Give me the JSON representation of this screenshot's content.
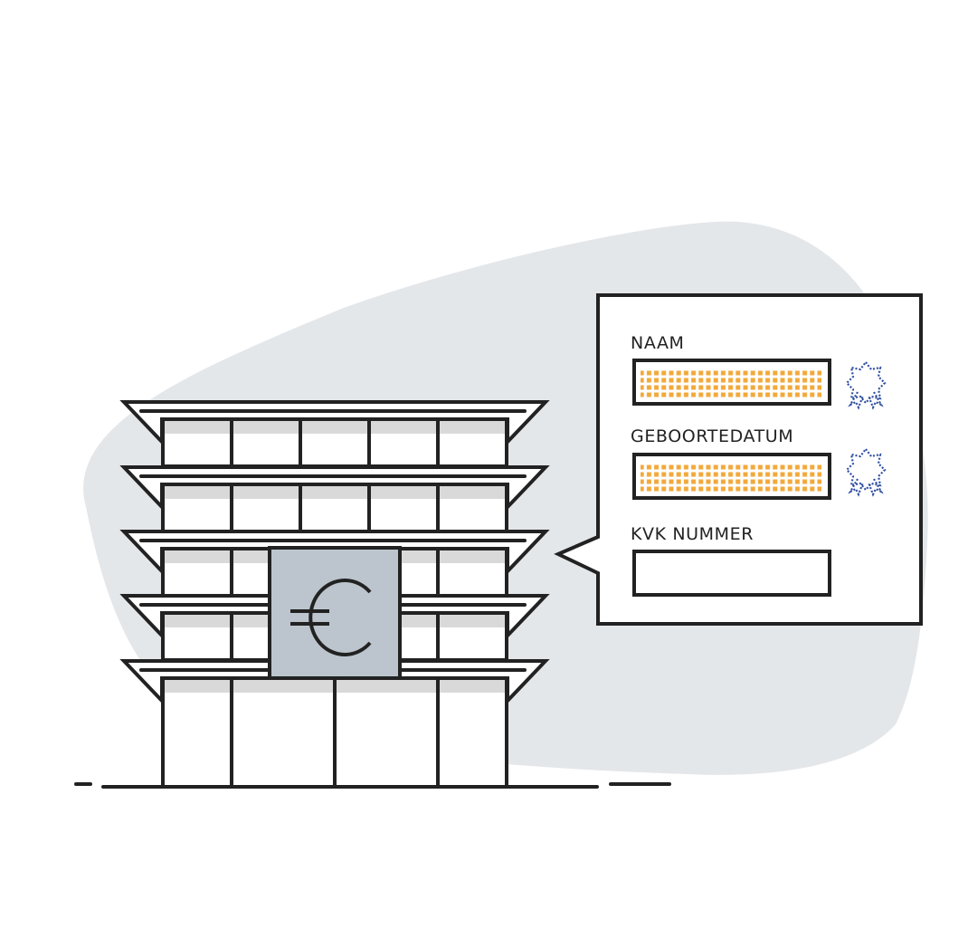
{
  "form": {
    "fields": [
      {
        "label": "NAAM",
        "state": "filled-redacted",
        "verified": true
      },
      {
        "label": "GEBOORTEDATUM",
        "state": "filled-redacted",
        "verified": true
      },
      {
        "label": "KVK NUMMER",
        "state": "empty",
        "verified": false
      }
    ]
  },
  "building": {
    "sign_symbol": "€"
  },
  "colors": {
    "background_blob": "#e4e7ea",
    "outline": "#222222",
    "redacted_fill": "#f2a93b",
    "verified_badge": "#2f4fa0",
    "sign_panel": "#bcc5cd",
    "floor_shadow": "#d9d9d9"
  },
  "icons": [
    "verified-badge-icon",
    "euro-icon"
  ]
}
